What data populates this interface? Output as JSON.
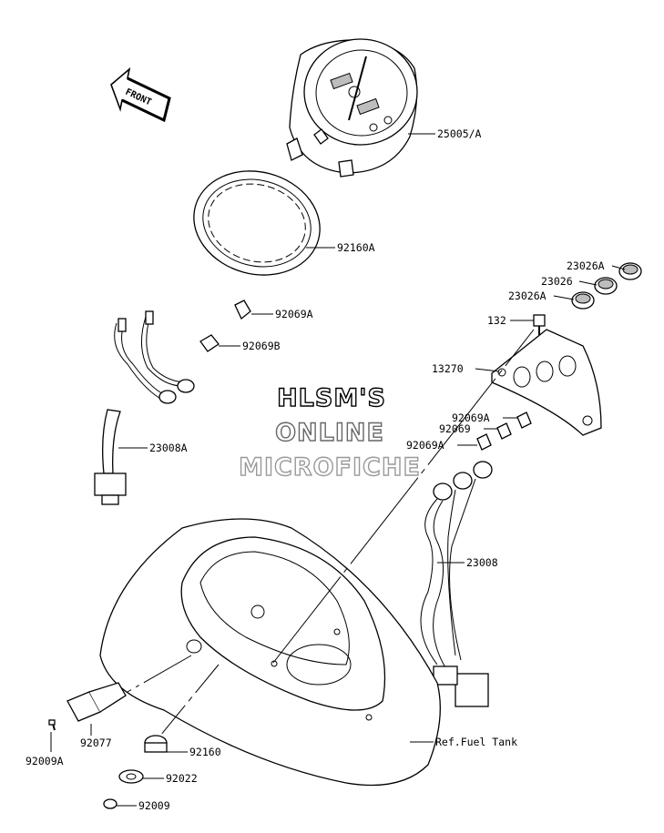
{
  "diagram": {
    "front_label": "FRONT",
    "watermark": {
      "line1": "HLSM'S",
      "line2": "ONLINE",
      "line3": "MICROFICHE"
    },
    "callouts": {
      "p25005A": "25005/A",
      "p92160A": "92160A",
      "p92069A_top": "92069A",
      "p92069B": "92069B",
      "p23008A": "23008A",
      "p23026A_top": "23026A",
      "p23026": "23026",
      "p23026A_bottom": "23026A",
      "p132": "132",
      "p13270": "13270",
      "p92069A_mid": "92069A",
      "p92069": "92069",
      "p92069A_low": "92069A",
      "p23008": "23008",
      "p92077": "92077",
      "p92009A": "92009A",
      "p92160": "92160",
      "p92022": "92022",
      "p92009": "92009",
      "ref_fuel_tank": "Ref.Fuel Tank"
    }
  }
}
